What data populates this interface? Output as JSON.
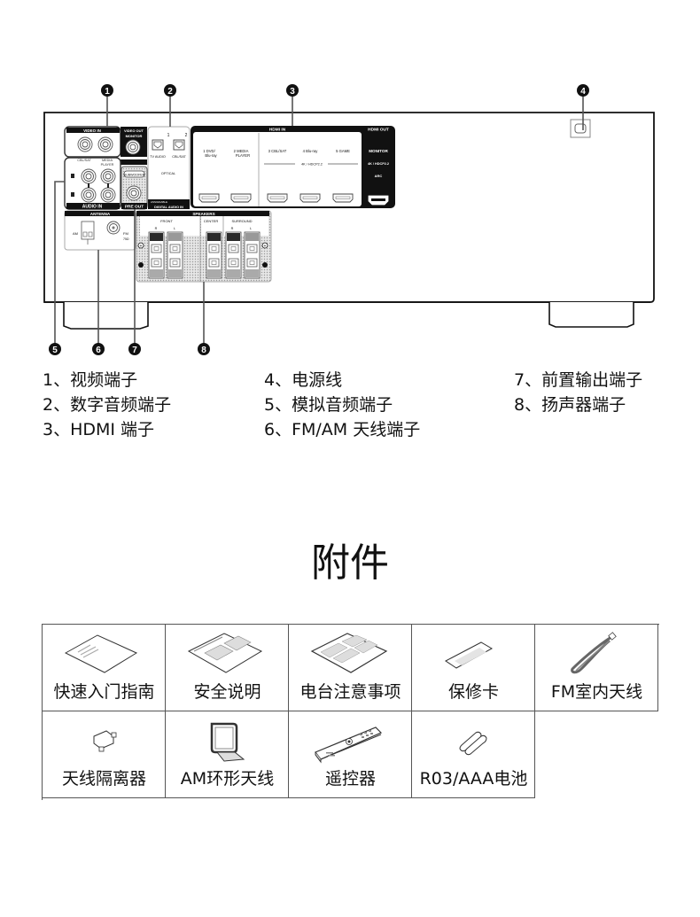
{
  "diagram": {
    "callouts": [
      "1",
      "2",
      "3",
      "4",
      "5",
      "6",
      "7",
      "8"
    ],
    "panel_labels": {
      "video_in": "VIDEO IN",
      "video_out": "VIDEO OUT",
      "monitor": "MONITOR",
      "cbl_sat": "CBL/SAT",
      "media_player": "MEDIA PLAYER",
      "audio_in": "AUDIO IN",
      "left": "L",
      "right": "R",
      "subwoofer": "SUBWOOFER",
      "pre_out": "PRE OUT",
      "optical_1": "1",
      "optical_2": "2",
      "tv_audio": "TV AUDIO",
      "optical_cbl_sat": "CBL/SAT",
      "optical": "OPTICAL",
      "assignable": "ASSIGNABLE",
      "digital_audio_in": "DIGITAL AUDIO IN",
      "hdmi_in": "HDMI IN",
      "hdmi_out": "HDMI OUT",
      "hdmi_inputs": [
        {
          "num": "1",
          "line1": "DVD/",
          "line2": "Blu-ray"
        },
        {
          "num": "2",
          "line1": "MEDIA",
          "line2": "PLAYER"
        },
        {
          "num": "3",
          "line1": "CBL/SAT",
          "line2": ""
        },
        {
          "num": "4",
          "line1": "Blu-ray",
          "line2": ""
        },
        {
          "num": "5",
          "line1": "GAME",
          "line2": ""
        }
      ],
      "hdcp": "4K / HDCP2.2",
      "monitor_out": "MONITOR",
      "hdcp_out": "4K / HDCP2.2",
      "arc": "ARC",
      "antenna": "ANTENNA",
      "am": "AM",
      "fm": "FM",
      "fm_ohm": "75Ω",
      "speakers": "SPEAKERS",
      "front": "FRONT",
      "center": "CENTER",
      "surround": "SURROUND"
    }
  },
  "legend": [
    {
      "text": "1、视频端子"
    },
    {
      "text": "2、数字音频端子"
    },
    {
      "text": "3、HDMI 端子"
    },
    {
      "text": "4、电源线"
    },
    {
      "text": "5、模拟音频端子"
    },
    {
      "text": "6、FM/AM 天线端子"
    },
    {
      "text": "7、前置输出端子"
    },
    {
      "text": "8、扬声器端子"
    }
  ],
  "accessories_title": "附件",
  "accessories": [
    {
      "label": "快速入门指南",
      "icon": "quick-start-guide-icon"
    },
    {
      "label": "安全说明",
      "icon": "safety-instructions-icon"
    },
    {
      "label": "电台注意事项",
      "icon": "radio-notes-icon"
    },
    {
      "label": "保修卡",
      "icon": "warranty-card-icon"
    },
    {
      "label": "FM室内天线",
      "icon": "fm-antenna-icon"
    },
    {
      "label": "天线隔离器",
      "icon": "antenna-isolator-icon"
    },
    {
      "label": "AM环形天线",
      "icon": "am-loop-antenna-icon"
    },
    {
      "label": "遥控器",
      "icon": "remote-control-icon"
    },
    {
      "label": "R03/AAA电池",
      "icon": "batteries-icon"
    }
  ]
}
